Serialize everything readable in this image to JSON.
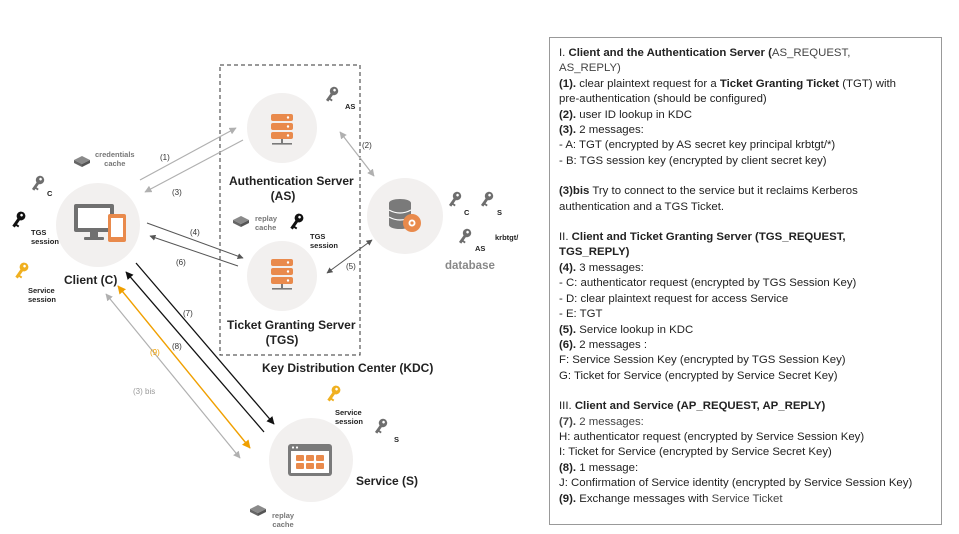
{
  "diagram": {
    "kdc_label": "Key Distribution Center (KDC)",
    "client": {
      "title": "Client (C)",
      "credentials_cache": "credentials\ncache",
      "key_c": "C",
      "tgs_session": "TGS\nsession",
      "service_session": "Service\nsession"
    },
    "as": {
      "title": "Authentication Server\n(AS)",
      "key": "AS"
    },
    "tgs": {
      "title": "Ticket Granting Server\n(TGS)",
      "replay_cache": "replay\ncache",
      "tgs_session": "TGS\nsession"
    },
    "database": {
      "title": "database",
      "keys": [
        "C",
        "S",
        "AS"
      ],
      "krbtgt": "krbtgt/"
    },
    "service": {
      "title": "Service (S)",
      "service_session": "Service\nsession",
      "key": "S",
      "replay_cache": "replay\ncache"
    },
    "arrows": {
      "a1": "(1)",
      "a2": "(2)",
      "a3": "(3)",
      "a4": "(4)",
      "a5": "(5)",
      "a6": "(6)",
      "a7": "(7)",
      "a8": "(8)",
      "a9": "(9)",
      "a3bis": "(3) bis"
    },
    "colors": {
      "node_fill": "#f2f0ef",
      "icon_orange": "#e98a4c",
      "icon_grey": "#7a7a7a",
      "key_yellow": "#f0b020",
      "arrow_orange": "#f0a000",
      "arrow_grey": "#b0b0b0"
    }
  },
  "panel": {
    "s1": {
      "t1": "I. ",
      "t2": "Client",
      "t3": " and the Authentication Server (",
      "t4": "AS_REQUEST,",
      "t5": "AS_REPLY)",
      "p1n": "(1).",
      "p1a": " clear plaintext request for a ",
      "p1b": "Ticket Granting Ticket",
      "p1c": " (TGT) with",
      "p1d": "pre-authentication (should be configured)",
      "p2n": "(2).",
      "p2a": " user ID lookup in KDC",
      "p3n": "(3).",
      "p3a": " 2 messages:",
      "p3b": "- A: TGT (encrypted by AS secret key principal krbtgt/*)",
      "p3c": "- B: TGS session key (encrypted by client secret key)",
      "bisn": "(3)bis",
      "bisa": " Try to connect to the service but it reclaims Kerberos",
      "bisb": "authentication and a TGS Ticket."
    },
    "s2": {
      "t1": "II. ",
      "t2": "Client",
      "t3": " and Ticket Granting Server  (",
      "t4": "TGS_REQUEST,",
      "t5": "TGS_REPLY)",
      "p4n": "(4).",
      "p4a": " 3 messages:",
      "p4b": "- C: authenticator request (encrypted by TGS Session Key)",
      "p4c": "- D: clear plaintext request for access Service",
      "p4d": "- E: TGT",
      "p5n": "(5).",
      "p5a": " Service lookup in KDC",
      "p6n": "(6).",
      "p6a": " 2 messages :",
      "p6b": "F: Service Session Key (encrypted by TGS Session Key)",
      "p6c": "G: Ticket for Service (encrypted by Service Secret Key)"
    },
    "s3": {
      "t1": "III. ",
      "t2": "Client",
      "t3": " and ",
      "t4": "Service",
      "t5": " (AP_REQUEST, AP_REPLY)",
      "p7n": "(7).",
      "p7a": " 2 messages:",
      "p7b": "H: authenticator request (encrypted by Service Session Key)",
      "p7c": "I: Ticket for Service (encrypted by Service Secret Key)",
      "p8n": "(8).",
      "p8a": " 1 message:",
      "p8b": "J: Confirmation of Service identity (encrypted by Service Session Key)",
      "p9n": "(9).",
      "p9a": " Exchange messages with ",
      "p9b": "Service Ticket"
    }
  }
}
